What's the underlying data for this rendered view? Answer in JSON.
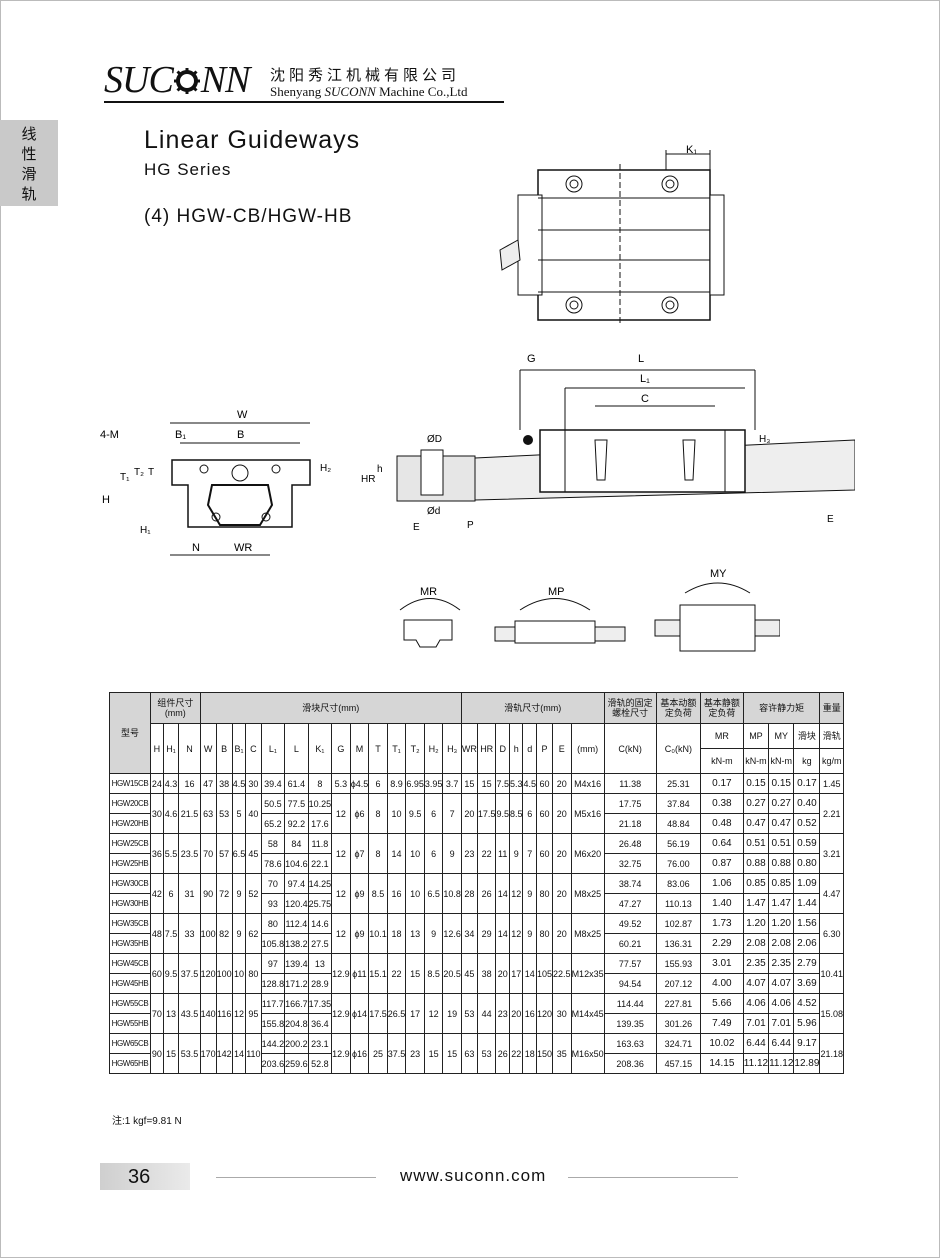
{
  "header": {
    "company_cn": "沈阳秀江机械有限公司",
    "company_en_pre": "Shenyang ",
    "company_en_brand": "SUCONN",
    "company_en_post": " Machine Co.,Ltd"
  },
  "side_tab": [
    "线",
    "性",
    "滑",
    "轨"
  ],
  "title": "Linear Guideways",
  "subtitle": "HG Series",
  "model_heading": "(4) HGW-CB/HGW-HB",
  "labels": {
    "K1": "K₁",
    "L": "L",
    "L1": "L₁",
    "C": "C",
    "G": "G",
    "phiD": "ØD",
    "phid": "Ød",
    "HR": "HR",
    "h": "h",
    "E": "E",
    "P": "P",
    "H3": "H₃",
    "4M": "4-M",
    "W": "W",
    "B1": "B₁",
    "B": "B",
    "H": "H",
    "T1": "T₁",
    "T2": "T₂",
    "T": "T",
    "H2": "H₂",
    "H1": "H₁",
    "N": "N",
    "WR": "WR",
    "MR": "MR",
    "MP": "MP",
    "MY": "MY"
  },
  "table": {
    "h": {
      "model": "型号",
      "assembly": "组件尺寸(mm)",
      "block": "滑块尺寸(mm)",
      "rail": "滑轨尺寸(mm)",
      "bolt": "滑轨的固定螺栓尺寸",
      "dynamic": "基本动额定负荷",
      "static": "基本静额定负荷",
      "moment": "容许静力矩",
      "weight": "重量"
    },
    "c": [
      "H",
      "H₁",
      "N",
      "W",
      "B",
      "B₁",
      "C",
      "L₁",
      "L",
      "K₁",
      "G",
      "M",
      "T",
      "T₁",
      "T₂",
      "H₂",
      "H₃",
      "WR",
      "HR",
      "D",
      "h",
      "d",
      "P",
      "E",
      "(mm)",
      "C(kN)",
      "C₀(kN)",
      "MR",
      "MP",
      "MY",
      "滑块",
      "滑轨"
    ],
    "u": [
      "kN-m",
      "kN-m",
      "kN-m",
      "kg",
      "kg/m"
    ],
    "groups": [
      {
        "rows": [
          [
            "HGW15CB",
            "39.4",
            "61.4",
            "8",
            "11.38",
            "25.31",
            "0.17",
            "0.15",
            "0.15",
            "0.17"
          ]
        ],
        "shared": {
          "H": "24",
          "H1": "4.3",
          "N": "16",
          "W": "47",
          "B": "38",
          "B1": "4.5",
          "C": "30",
          "G": "5.3",
          "M": "ϕ4.5",
          "T": "6",
          "T1": "8.9",
          "T2": "6.95",
          "H2": "3.95",
          "H3": "3.7",
          "WR": "15",
          "HR": "15",
          "D": "7.5",
          "h": "5.3",
          "d": "4.5",
          "P": "60",
          "E": "20",
          "bolt": "M4x16",
          "rail_kg": "1.45"
        }
      },
      {
        "rows": [
          [
            "HGW20CB",
            "50.5",
            "77.5",
            "10.25",
            "17.75",
            "37.84",
            "0.38",
            "0.27",
            "0.27",
            "0.40"
          ],
          [
            "HGW20HB",
            "65.2",
            "92.2",
            "17.6",
            "21.18",
            "48.84",
            "0.48",
            "0.47",
            "0.47",
            "0.52"
          ]
        ],
        "shared": {
          "H": "30",
          "H1": "4.6",
          "N": "21.5",
          "W": "63",
          "B": "53",
          "B1": "5",
          "C": "40",
          "G": "12",
          "M": "ϕ6",
          "T": "8",
          "T1": "10",
          "T2": "9.5",
          "H2": "6",
          "H3": "7",
          "WR": "20",
          "HR": "17.5",
          "D": "9.5",
          "h": "8.5",
          "d": "6",
          "P": "60",
          "E": "20",
          "bolt": "M5x16",
          "rail_kg": "2.21"
        }
      },
      {
        "rows": [
          [
            "HGW25CB",
            "58",
            "84",
            "11.8",
            "26.48",
            "56.19",
            "0.64",
            "0.51",
            "0.51",
            "0.59"
          ],
          [
            "HGW25HB",
            "78.6",
            "104.6",
            "22.1",
            "32.75",
            "76.00",
            "0.87",
            "0.88",
            "0.88",
            "0.80"
          ]
        ],
        "shared": {
          "H": "36",
          "H1": "5.5",
          "N": "23.5",
          "W": "70",
          "B": "57",
          "B1": "6.5",
          "C": "45",
          "G": "12",
          "M": "ϕ7",
          "T": "8",
          "T1": "14",
          "T2": "10",
          "H2": "6",
          "H3": "9",
          "WR": "23",
          "HR": "22",
          "D": "11",
          "h": "9",
          "d": "7",
          "P": "60",
          "E": "20",
          "bolt": "M6x20",
          "rail_kg": "3.21"
        }
      },
      {
        "rows": [
          [
            "HGW30CB",
            "70",
            "97.4",
            "14.25",
            "38.74",
            "83.06",
            "1.06",
            "0.85",
            "0.85",
            "1.09"
          ],
          [
            "HGW30HB",
            "93",
            "120.4",
            "25.75",
            "47.27",
            "110.13",
            "1.40",
            "1.47",
            "1.47",
            "1.44"
          ]
        ],
        "shared": {
          "H": "42",
          "H1": "6",
          "N": "31",
          "W": "90",
          "B": "72",
          "B1": "9",
          "C": "52",
          "G": "12",
          "M": "ϕ9",
          "T": "8.5",
          "T1": "16",
          "T2": "10",
          "H2": "6.5",
          "H3": "10.8",
          "WR": "28",
          "HR": "26",
          "D": "14",
          "h": "12",
          "d": "9",
          "P": "80",
          "E": "20",
          "bolt": "M8x25",
          "rail_kg": "4.47"
        }
      },
      {
        "rows": [
          [
            "HGW35CB",
            "80",
            "112.4",
            "14.6",
            "49.52",
            "102.87",
            "1.73",
            "1.20",
            "1.20",
            "1.56"
          ],
          [
            "HGW35HB",
            "105.8",
            "138.2",
            "27.5",
            "60.21",
            "136.31",
            "2.29",
            "2.08",
            "2.08",
            "2.06"
          ]
        ],
        "shared": {
          "H": "48",
          "H1": "7.5",
          "N": "33",
          "W": "100",
          "B": "82",
          "B1": "9",
          "C": "62",
          "G": "12",
          "M": "ϕ9",
          "T": "10.1",
          "T1": "18",
          "T2": "13",
          "H2": "9",
          "H3": "12.6",
          "WR": "34",
          "HR": "29",
          "D": "14",
          "h": "12",
          "d": "9",
          "P": "80",
          "E": "20",
          "bolt": "M8x25",
          "rail_kg": "6.30"
        }
      },
      {
        "rows": [
          [
            "HGW45CB",
            "97",
            "139.4",
            "13",
            "77.57",
            "155.93",
            "3.01",
            "2.35",
            "2.35",
            "2.79"
          ],
          [
            "HGW45HB",
            "128.8",
            "171.2",
            "28.9",
            "94.54",
            "207.12",
            "4.00",
            "4.07",
            "4.07",
            "3.69"
          ]
        ],
        "shared": {
          "H": "60",
          "H1": "9.5",
          "N": "37.5",
          "W": "120",
          "B": "100",
          "B1": "10",
          "C": "80",
          "G": "12.9",
          "M": "ϕ11",
          "T": "15.1",
          "T1": "22",
          "T2": "15",
          "H2": "8.5",
          "H3": "20.5",
          "WR": "45",
          "HR": "38",
          "D": "20",
          "h": "17",
          "d": "14",
          "P": "105",
          "E": "22.5",
          "bolt": "M12x35",
          "rail_kg": "10.41"
        }
      },
      {
        "rows": [
          [
            "HGW55CB",
            "117.7",
            "166.7",
            "17.35",
            "114.44",
            "227.81",
            "5.66",
            "4.06",
            "4.06",
            "4.52"
          ],
          [
            "HGW55HB",
            "155.8",
            "204.8",
            "36.4",
            "139.35",
            "301.26",
            "7.49",
            "7.01",
            "7.01",
            "5.96"
          ]
        ],
        "shared": {
          "H": "70",
          "H1": "13",
          "N": "43.5",
          "W": "140",
          "B": "116",
          "B1": "12",
          "C": "95",
          "G": "12.9",
          "M": "ϕ14",
          "T": "17.5",
          "T1": "26.5",
          "T2": "17",
          "H2": "12",
          "H3": "19",
          "WR": "53",
          "HR": "44",
          "D": "23",
          "h": "20",
          "d": "16",
          "P": "120",
          "E": "30",
          "bolt": "M14x45",
          "rail_kg": "15.08"
        }
      },
      {
        "rows": [
          [
            "HGW65CB",
            "144.2",
            "200.2",
            "23.1",
            "163.63",
            "324.71",
            "10.02",
            "6.44",
            "6.44",
            "9.17"
          ],
          [
            "HGW65HB",
            "203.6",
            "259.6",
            "52.8",
            "208.36",
            "457.15",
            "14.15",
            "11.12",
            "11.12",
            "12.89"
          ]
        ],
        "shared": {
          "H": "90",
          "H1": "15",
          "N": "53.5",
          "W": "170",
          "B": "142",
          "B1": "14",
          "C": "110",
          "G": "12.9",
          "M": "ϕ16",
          "T": "25",
          "T1": "37.5",
          "T2": "23",
          "H2": "15",
          "H3": "15",
          "WR": "63",
          "HR": "53",
          "D": "26",
          "h": "22",
          "d": "18",
          "P": "150",
          "E": "35",
          "bolt": "M16x50",
          "rail_kg": "21.18"
        }
      }
    ]
  },
  "note": "注:1 kgf=9.81 N",
  "footer": {
    "page": "36",
    "url": "www.suconn.com"
  }
}
